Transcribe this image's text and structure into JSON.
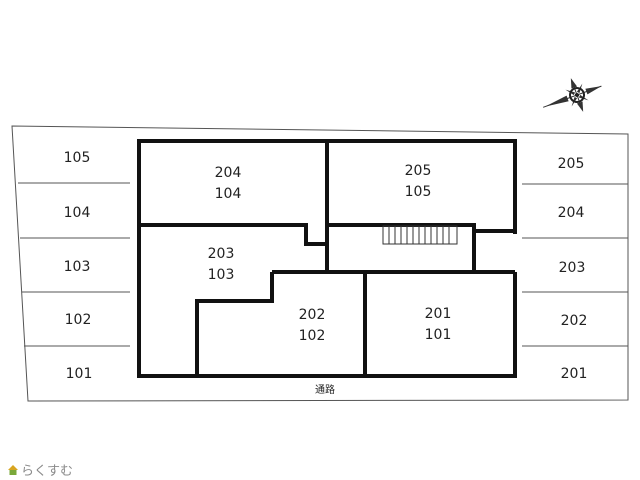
{
  "parking_left": [
    "105",
    "104",
    "103",
    "102",
    "101"
  ],
  "parking_right": [
    "205",
    "204",
    "203",
    "202",
    "201"
  ],
  "units": [
    {
      "unit": "204",
      "parking": "104"
    },
    {
      "unit": "205",
      "parking": "105"
    },
    {
      "unit": "203",
      "parking": "103"
    },
    {
      "unit": "202",
      "parking": "102"
    },
    {
      "unit": "201",
      "parking": "101"
    }
  ],
  "passage_label": "通路",
  "logo_text": "らくすむ",
  "colors": {
    "wall": "#111111",
    "line": "#555555",
    "logo": "#8a8a8a",
    "logo_icon": "#d8a520"
  }
}
